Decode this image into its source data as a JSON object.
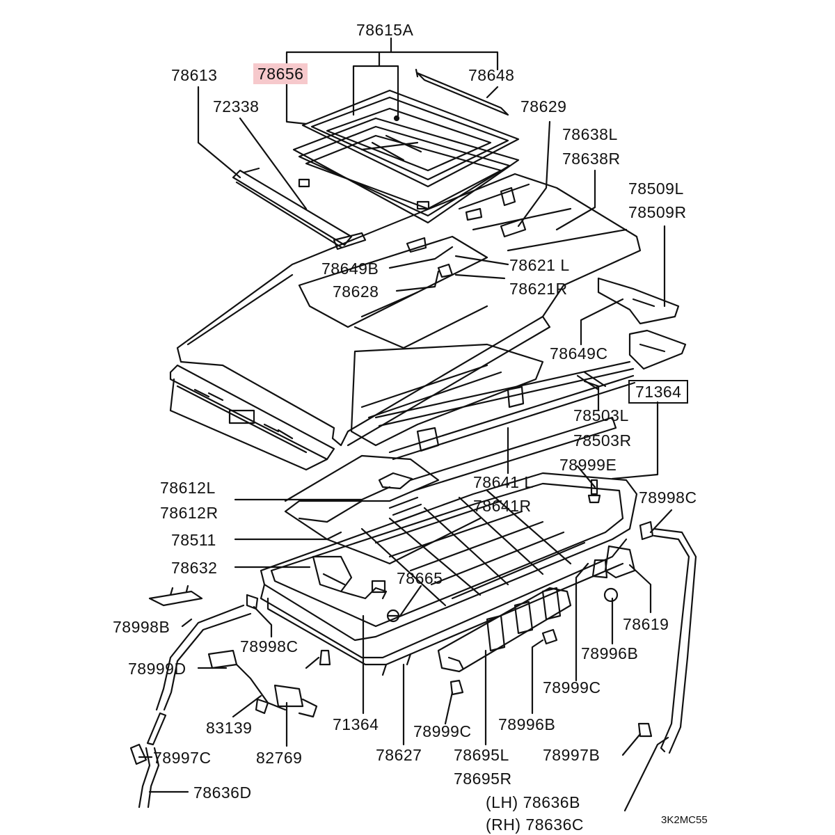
{
  "diagram": {
    "highlight_color": "#f6c9cc",
    "code": "3K2MC55",
    "labels": {
      "l_78615A": "78615A",
      "l_78613": "78613",
      "l_78656": "78656",
      "l_78648": "78648",
      "l_72338": "72338",
      "l_78629": "78629",
      "l_78638L": "78638L",
      "l_78638R": "78638R",
      "l_78509L": "78509L",
      "l_78509R": "78509R",
      "l_78649B": "78649B",
      "l_78621L": "78621 L",
      "l_78628": "78628",
      "l_78621R": "78621R",
      "l_78649C": "78649C",
      "l_71364a": "71364",
      "l_78503L": "78503L",
      "l_78503R": "78503R",
      "l_78999E": "78999E",
      "l_78612L": "78612L",
      "l_78641L": "78641 L",
      "l_78612R": "78612R",
      "l_78641R": "78641R",
      "l_78998Ca": "78998C",
      "l_78511": "78511",
      "l_78632": "78632",
      "l_78665": "78665",
      "l_78619": "78619",
      "l_78998B": "78998B",
      "l_78998Cb": "78998C",
      "l_78996Ba": "78996B",
      "l_78999D": "78999D",
      "l_78999Ca": "78999C",
      "l_83139": "83139",
      "l_71364b": "71364",
      "l_78999Cb": "78999C",
      "l_78996Bb": "78996B",
      "l_78997C": "78997C",
      "l_82769": "82769",
      "l_78627": "78627",
      "l_78695L": "78695L",
      "l_78997B": "78997B",
      "l_78695R": "78695R",
      "l_78636D": "78636D",
      "l_78636B": "(LH) 78636B",
      "l_78636C": "(RH) 78636C"
    }
  }
}
